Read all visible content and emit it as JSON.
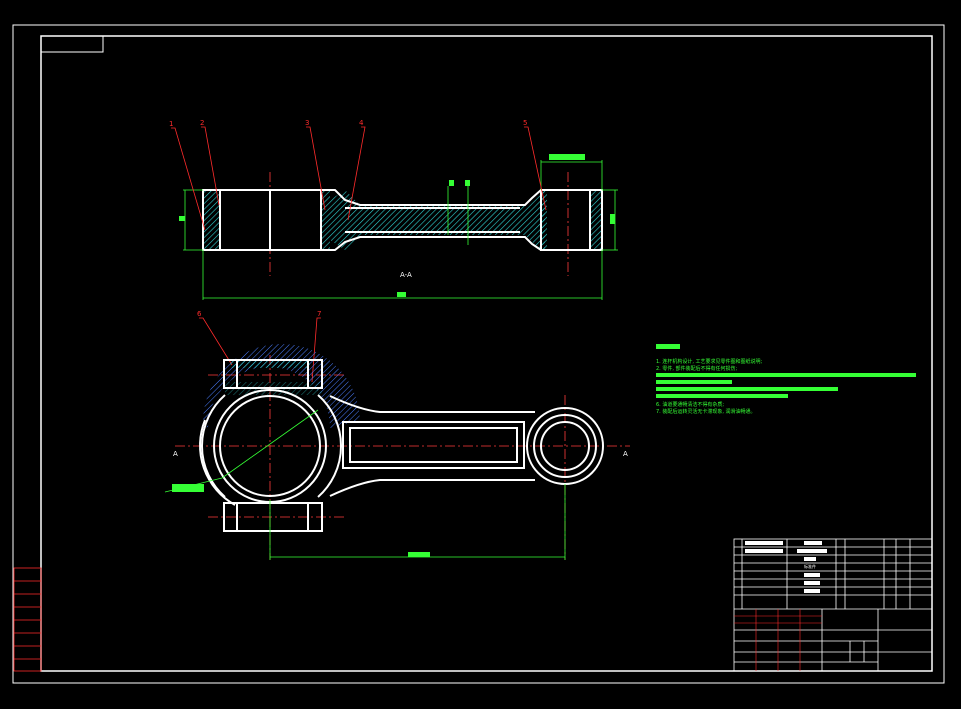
{
  "section_label": "A-A",
  "cut_marker_left": "A",
  "cut_marker_right": "A",
  "leaders": [
    "1",
    "2",
    "3",
    "4",
    "5",
    "6",
    "7"
  ],
  "notes_lines": [
    "1. 连杆机构设计, 工艺要求见零件图和图纸说明;",
    "2. 零件, 部件装配后不得有任何损伤;",
    "6. 油道要通畅清洁不得有杂质;",
    "7. 装配后运转灵活无卡滞现象, 润滑油畅通。"
  ],
  "parts_list_heading": "标准件",
  "colors": {
    "frame": "#ffffff",
    "leader": "#ff2b2b",
    "centerline": "#ff3b3b",
    "dimension": "#35ff35",
    "hatch": "#2fd3d3",
    "hatch_blue": "#4a7dff"
  }
}
